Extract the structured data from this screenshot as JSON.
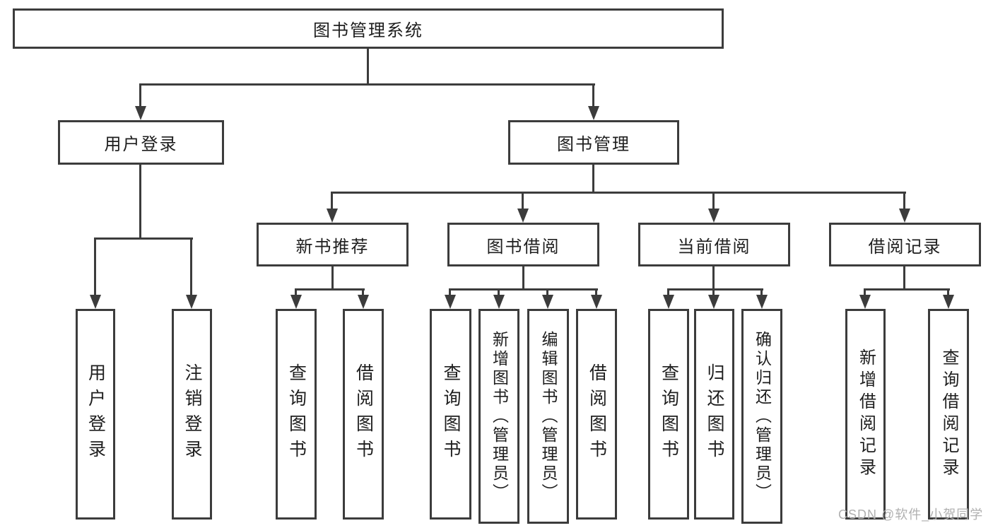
{
  "diagram_title": "图书管理系统",
  "watermark": "CSDN @软件_小贺同学",
  "colors": {
    "line": "#3c3c3c",
    "box_border": "#3c3c3c",
    "box_background": "#ffffff",
    "text": "#1e1e1e",
    "watermark": "#b0b0b0"
  },
  "nodes": {
    "root": {
      "label": "图书管理系统"
    },
    "user_login": {
      "label": "用户登录"
    },
    "book_mgmt": {
      "label": "图书管理"
    },
    "new_book_rec": {
      "label": "新书推荐"
    },
    "book_borrow": {
      "label": "图书借阅"
    },
    "current_borrow": {
      "label": "当前借阅"
    },
    "borrow_records": {
      "label": "借阅记录"
    }
  },
  "leaves": {
    "leaf_user_login": {
      "label": "用户登录",
      "parent": "用户登录"
    },
    "leaf_logout": {
      "label": "注销登录",
      "parent": "用户登录"
    },
    "leaf_query_books_rec": {
      "label": "查询图书",
      "parent": "新书推荐"
    },
    "leaf_borrow_books_rec": {
      "label": "借阅图书",
      "parent": "新书推荐"
    },
    "leaf_query_books_borrow": {
      "label": "查询图书",
      "parent": "图书借阅"
    },
    "leaf_add_book_admin": {
      "label": "新增图书（管理员）",
      "parent": "图书借阅"
    },
    "leaf_edit_book_admin": {
      "label": "编辑图书（管理员）",
      "parent": "图书借阅"
    },
    "leaf_borrow_books_borrow": {
      "label": "借阅图书",
      "parent": "图书借阅"
    },
    "leaf_query_books_current": {
      "label": "查询图书",
      "parent": "当前借阅"
    },
    "leaf_return_book": {
      "label": "归还图书",
      "parent": "当前借阅"
    },
    "leaf_confirm_return_admin": {
      "label": "确认归还（管理员）",
      "parent": "当前借阅"
    },
    "leaf_add_borrow_record": {
      "label": "新增借阅记录",
      "parent": "借阅记录"
    },
    "leaf_query_borrow_record": {
      "label": "查询借阅记录",
      "parent": "借阅记录"
    }
  }
}
